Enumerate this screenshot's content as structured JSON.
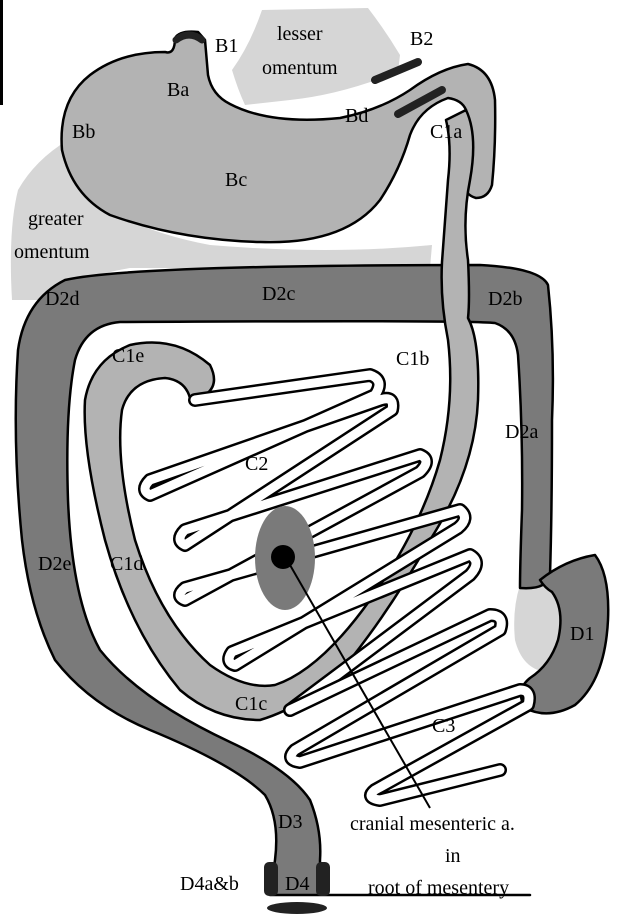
{
  "colors": {
    "omentum": "#d6d6d6",
    "stomach": "#b3b3b3",
    "small_colon": "#b3b3b3",
    "large_colon": "#7a7a7a",
    "mesentery_root": "#7a7a7a",
    "ring": "#222222",
    "outline": "#000000",
    "background": "#ffffff"
  },
  "labels": {
    "b1": "B1",
    "ba": "Ba",
    "bb": "Bb",
    "bc": "Bc",
    "bd": "Bd",
    "b2": "B2",
    "lesser_omentum_line1": "lesser",
    "lesser_omentum_line2": "omentum",
    "greater_omentum_line1": "greater",
    "greater_omentum_line2": "omentum",
    "c1a": "C1a",
    "c1b": "C1b",
    "c1c": "C1c",
    "c1d": "C1d",
    "c1e": "C1e",
    "c2": "C2",
    "c3": "C3",
    "d1": "D1",
    "d2a": "D2a",
    "d2b": "D2b",
    "d2c": "D2c",
    "d2d": "D2d",
    "d2e": "D2e",
    "d3": "D3",
    "d4": "D4",
    "d4ab": "D4a&b",
    "artery_line1": "cranial mesenteric a.",
    "artery_line2": "in",
    "artery_line3": "root of mesentery"
  }
}
